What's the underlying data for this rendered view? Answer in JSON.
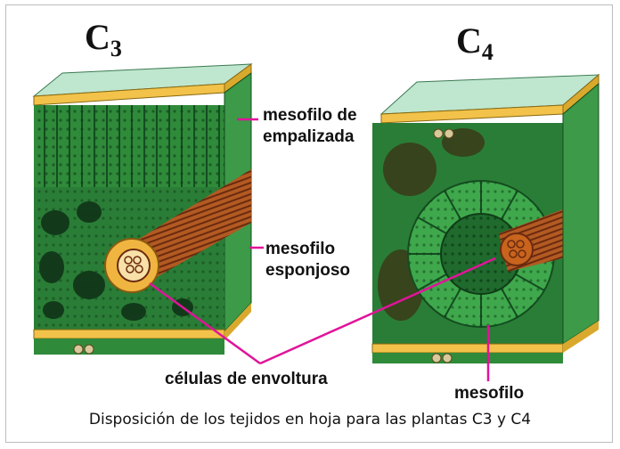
{
  "headings": {
    "c3": {
      "base": "C",
      "sub": "3"
    },
    "c4": {
      "base": "C",
      "sub": "4"
    }
  },
  "labels": {
    "palisade_line1": "mesofilo de",
    "palisade_line2": "empalizada",
    "spongy_line1": "mesofilo",
    "spongy_line2": "esponjoso",
    "bundle_sheath": "células de envoltura",
    "mesophyll": "mesofilo"
  },
  "caption": "Disposición de los tejidos en hoja para las plantas C3 y C4",
  "colors": {
    "leader_line": "#e0149a",
    "cell_green": "#2f8a3a",
    "dark_green": "#134d20",
    "epidermis_top": "#bfe6cf",
    "cuticle_yellow": "#f2c24a",
    "bundle_brown": "#9a4a1e"
  }
}
